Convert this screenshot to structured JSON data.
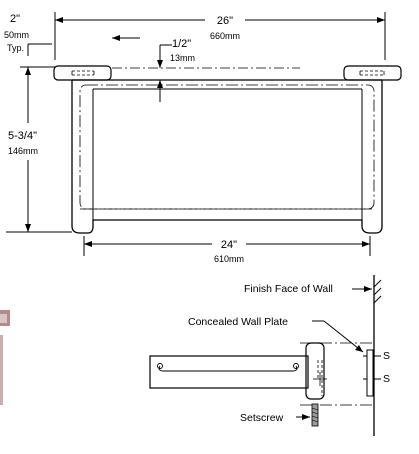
{
  "dimensions": {
    "overall_width": {
      "imperial": "26\"",
      "metric": "660mm"
    },
    "bracket_width": {
      "imperial": "2\"",
      "metric": "50mm",
      "note": "Typ."
    },
    "offset": {
      "imperial": "1/2\"",
      "metric": "13mm"
    },
    "height": {
      "imperial": "5-3/4\"",
      "metric": "146mm"
    },
    "inner_width": {
      "imperial": "24\"",
      "metric": "610mm"
    }
  },
  "labels": {
    "finish_face": "Finish Face of Wall",
    "wall_plate": "Concealed Wall Plate",
    "setscrew": "Setscrew",
    "s1": "S",
    "s2": "S"
  },
  "colors": {
    "line": "#000000",
    "gray_part": "#9a9a9a",
    "thumb": "#b48a8a"
  }
}
